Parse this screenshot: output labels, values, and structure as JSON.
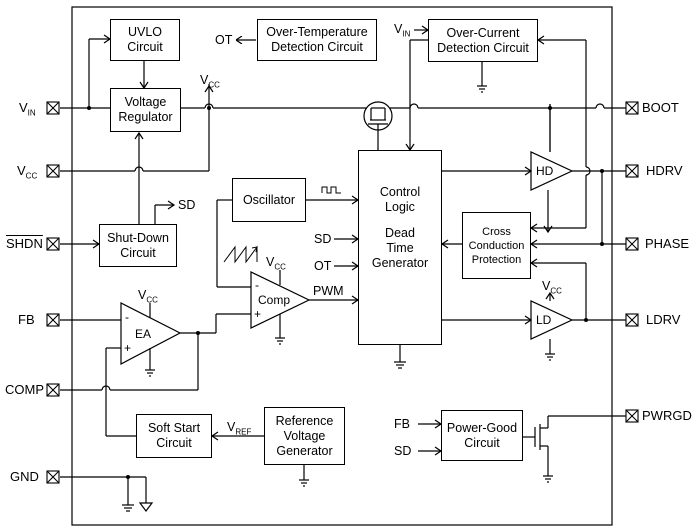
{
  "blocks": {
    "uvlo": [
      "UVLO",
      "Circuit"
    ],
    "ot_detect": [
      "Over-Temperature",
      "Detection Circuit"
    ],
    "oc_detect": [
      "Over-Current",
      "Detection Circuit"
    ],
    "vreg": [
      "Voltage",
      "Regulator"
    ],
    "oscillator": [
      "Oscillator"
    ],
    "control": [
      "Control",
      "Logic",
      "",
      "Dead",
      "Time",
      "Generator"
    ],
    "cross": [
      "Cross",
      "Conduction",
      "Protection"
    ],
    "shutdown": [
      "Shut-Down",
      "Circuit"
    ],
    "softstart": [
      "Soft Start",
      "Circuit"
    ],
    "refgen": [
      "Reference",
      "Voltage",
      "Generator"
    ],
    "pgood": [
      "Power-Good",
      "Circuit"
    ]
  },
  "symbols": {
    "hd": "HD",
    "ld": "LD",
    "ea": "EA",
    "comp": "Comp",
    "minus": "-",
    "plus": "+"
  },
  "signals": {
    "ot": "OT",
    "sd": "SD",
    "pwm": "PWM",
    "fb": "FB",
    "vref": "V",
    "vref_sub": "REF",
    "vcc": "V",
    "vcc_sub": "CC",
    "vin": "V",
    "vin_sub": "IN"
  },
  "pins_left": {
    "vin": "V",
    "vin_sub": "IN",
    "vcc": "V",
    "vcc_sub": "CC",
    "shdn": "SHDN",
    "fb": "FB",
    "comp": "COMP",
    "gnd": "GND"
  },
  "pins_right": {
    "boot": "BOOT",
    "hdrv": "HDRV",
    "phase": "PHASE",
    "ldrv": "LDRV",
    "pwrgd": "PWRGD"
  }
}
